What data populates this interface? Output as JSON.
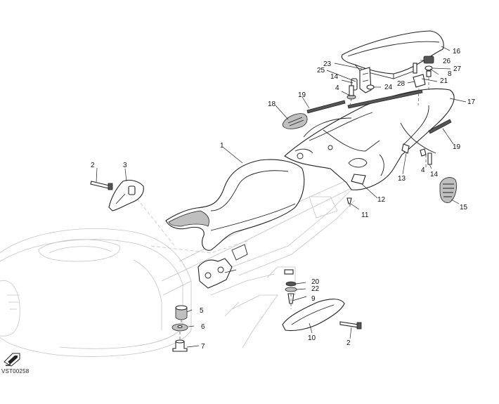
{
  "diagram": {
    "code": "VST00258",
    "callouts": [
      {
        "id": "c1",
        "text": "1"
      },
      {
        "id": "c2a",
        "text": "2"
      },
      {
        "id": "c3",
        "text": "3"
      },
      {
        "id": "c4a",
        "text": "4"
      },
      {
        "id": "c4b",
        "text": "4"
      },
      {
        "id": "c5",
        "text": "5"
      },
      {
        "id": "c6",
        "text": "6"
      },
      {
        "id": "c7",
        "text": "7"
      },
      {
        "id": "c8",
        "text": "8"
      },
      {
        "id": "c9",
        "text": "9"
      },
      {
        "id": "c10",
        "text": "10"
      },
      {
        "id": "c11",
        "text": "11"
      },
      {
        "id": "c12",
        "text": "12"
      },
      {
        "id": "c13",
        "text": "13"
      },
      {
        "id": "c14a",
        "text": "14"
      },
      {
        "id": "c14b",
        "text": "14"
      },
      {
        "id": "c15",
        "text": "15"
      },
      {
        "id": "c16",
        "text": "16"
      },
      {
        "id": "c17",
        "text": "17"
      },
      {
        "id": "c18",
        "text": "18"
      },
      {
        "id": "c19a",
        "text": "19"
      },
      {
        "id": "c19b",
        "text": "19"
      },
      {
        "id": "c20",
        "text": "20"
      },
      {
        "id": "c21",
        "text": "21"
      },
      {
        "id": "c22",
        "text": "22"
      },
      {
        "id": "c23",
        "text": "23"
      },
      {
        "id": "c24",
        "text": "24"
      },
      {
        "id": "c25",
        "text": "25"
      },
      {
        "id": "c26",
        "text": "26"
      },
      {
        "id": "c27",
        "text": "27"
      },
      {
        "id": "c28",
        "text": "28"
      },
      {
        "id": "c2b",
        "text": "2"
      }
    ]
  }
}
